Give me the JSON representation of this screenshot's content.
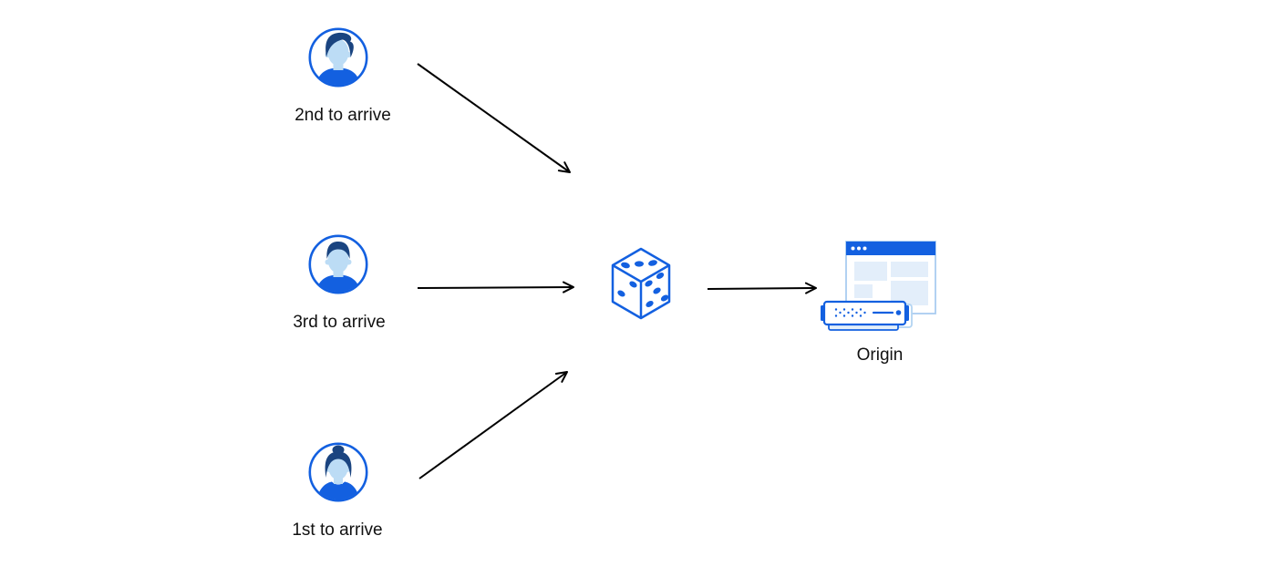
{
  "diagram": {
    "description_visible": "",
    "clients": [
      {
        "id": "client-2nd",
        "label": "2nd to arrive",
        "avatar_icon": "male-avatar-swept-hair-icon"
      },
      {
        "id": "client-3rd",
        "label": "3rd to arrive",
        "avatar_icon": "male-avatar-short-hair-icon"
      },
      {
        "id": "client-1st",
        "label": "1st to arrive",
        "avatar_icon": "female-avatar-bun-icon"
      }
    ],
    "selector": {
      "id": "random-selector",
      "icon": "dice-icon",
      "dice_pips": {
        "top_face": 3,
        "left_face": 2,
        "right_face": 5
      }
    },
    "origin": {
      "id": "origin",
      "label": "Origin",
      "icon": "origin-server-icon"
    },
    "arrows": [
      {
        "from": "client-2nd",
        "to": "random-selector"
      },
      {
        "from": "client-3rd",
        "to": "random-selector"
      },
      {
        "from": "client-1st",
        "to": "random-selector"
      },
      {
        "from": "random-selector",
        "to": "origin"
      }
    ]
  },
  "colors": {
    "primary_blue": "#1360e0",
    "navy_hair": "#1a4480",
    "face_light_blue": "#bcdcf5",
    "pale_block_blue": "#e3eefa",
    "window_border_blue": "#a9ccf0",
    "arrow_black": "#000000",
    "text": "#111111",
    "background": "#ffffff"
  }
}
